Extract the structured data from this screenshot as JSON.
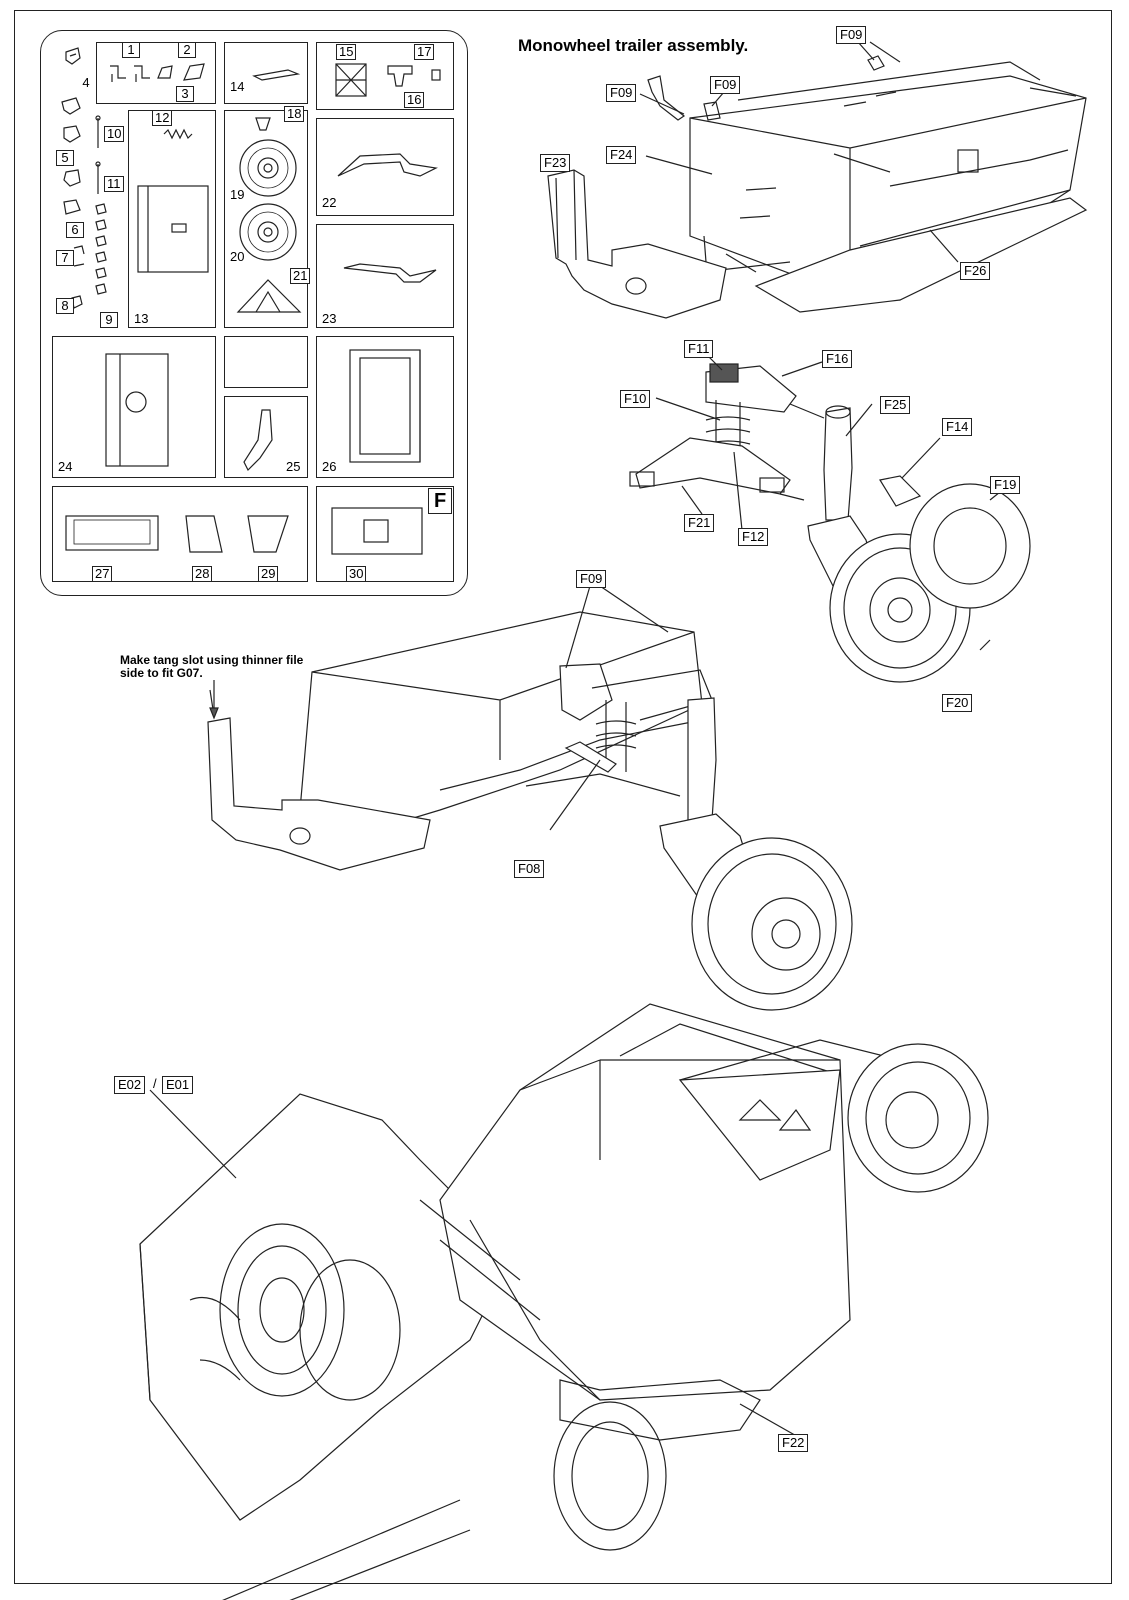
{
  "title": "Monowheel trailer assembly.",
  "note": "Make tang slot using thinner file side to fit G07.",
  "sprue": {
    "letter": "F",
    "parts": [
      "1",
      "2",
      "3",
      "4",
      "5",
      "6",
      "7",
      "8",
      "9",
      "10",
      "11",
      "12",
      "13",
      "14",
      "15",
      "16",
      "17",
      "18",
      "19",
      "20",
      "21",
      "22",
      "23",
      "24",
      "25",
      "26",
      "27",
      "28",
      "29",
      "30"
    ]
  },
  "callouts": {
    "step1": [
      "F09",
      "F09",
      "F09",
      "F23",
      "F24",
      "F26"
    ],
    "step2": [
      "F11",
      "F16",
      "F10",
      "F25",
      "F14",
      "F19",
      "F21",
      "F12",
      "F20"
    ],
    "step3": [
      "F09",
      "F08"
    ],
    "step4": [
      "E02",
      "E01",
      "F22"
    ]
  },
  "e_separator": "/"
}
